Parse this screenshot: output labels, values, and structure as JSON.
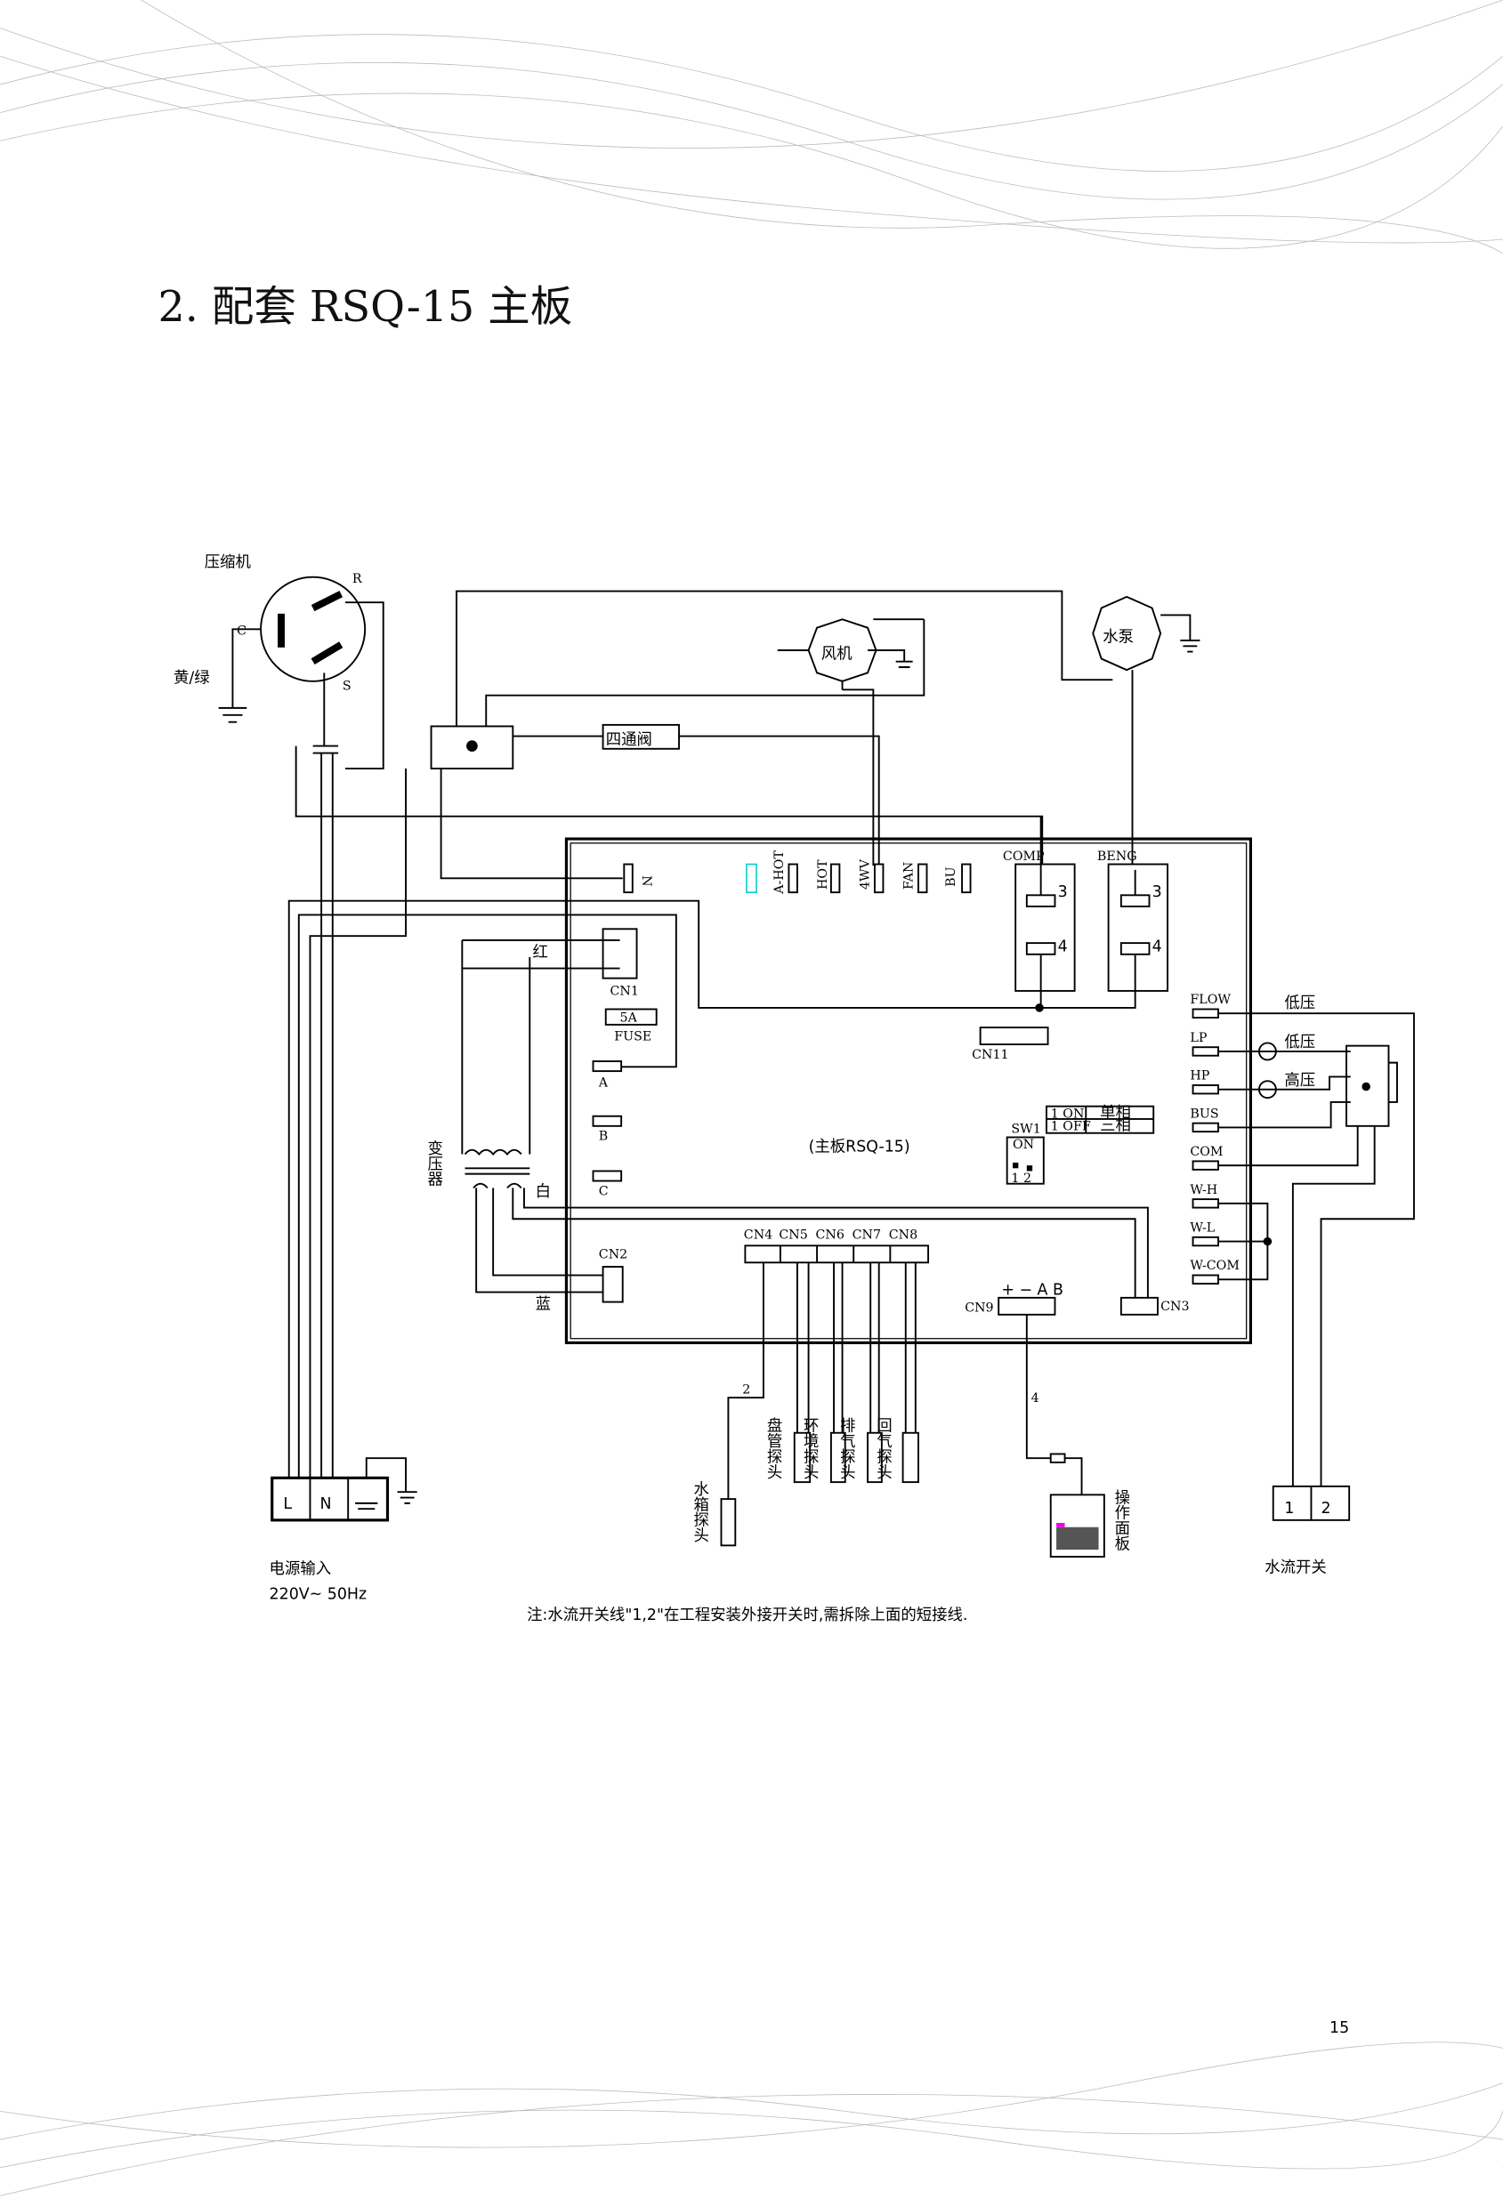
{
  "page": {
    "title": "2. 配套 RSQ-15 主板",
    "page_number": "15",
    "note": "注:水流开关线\"1,2\"在工程安装外接开关时,需拆除上面的短接线."
  },
  "components": {
    "compressor": "压缩机",
    "comp_c": "C",
    "comp_r": "R",
    "comp_s": "S",
    "ground_color": "黄/绿",
    "fan": "风机",
    "pump": "水泵",
    "valve": "四通阀",
    "transformer": "变压器",
    "red": "红",
    "white": "白",
    "blue": "蓝",
    "power_input": "电源输入",
    "power_spec": "220V~  50Hz",
    "L": "L",
    "N": "N",
    "flow_switch": "水流开关",
    "fs1": "1",
    "fs2": "2",
    "low_pressure_1": "低压",
    "low_pressure_2": "低压",
    "high_pressure": "高压",
    "panel": "操作面板",
    "tank_probe": "水箱探头",
    "coil_probe": "盘管探头",
    "env_probe": "环境探头",
    "exhaust_probe": "排气探头",
    "return_probe": "回气探头",
    "wire2": "2",
    "wire4": "4"
  },
  "board": {
    "name": "(主板RSQ-15)",
    "N": "N",
    "ahot": "A-HOT",
    "hot": "HOT",
    "fwv": "4WV",
    "fan": "FAN",
    "bu": "BU",
    "comp": "COMP",
    "beng": "BENG",
    "r3a": "3",
    "r4a": "4",
    "r3b": "3",
    "r4b": "4",
    "cn1": "CN1",
    "fuse_val": "5A",
    "fuse": "FUSE",
    "a": "A",
    "b": "B",
    "c": "C",
    "cn2": "CN2",
    "cn11": "CN11",
    "sw1": "SW1",
    "sw_on": "ON",
    "sw_12": "1 2",
    "sw_table": [
      [
        "1 ON",
        "单相"
      ],
      [
        "1 OFF",
        "三相"
      ]
    ],
    "right_terms": [
      "FLOW",
      "LP",
      "HP",
      "BUS",
      "COM",
      "W-H",
      "W-L",
      "W-COM"
    ],
    "probe_conns": [
      "CN4",
      "CN5",
      "CN6",
      "CN7",
      "CN8"
    ],
    "cn9": "CN9",
    "cn9_pins": "+ − A B",
    "cn3": "CN3"
  }
}
